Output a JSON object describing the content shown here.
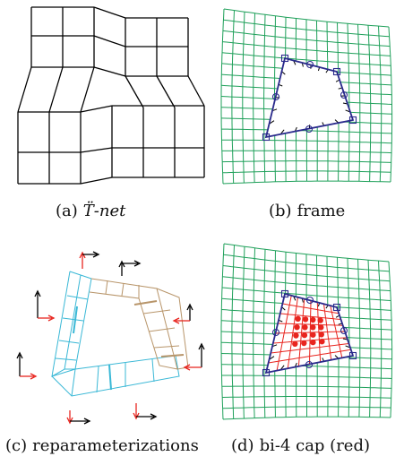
{
  "colors": {
    "black": "#000000",
    "green": "#1fa05a",
    "navy": "#2a2a8c",
    "cyan": "#3ab8d6",
    "tan": "#b8956a",
    "red": "#e8251f"
  },
  "panels": [
    {
      "id": "a",
      "label": "(a)",
      "text": "T̈-net"
    },
    {
      "id": "b",
      "label": "(b)",
      "text": "frame"
    },
    {
      "id": "c",
      "label": "(c)",
      "text": "reparameterizations"
    },
    {
      "id": "d",
      "label": "(d)",
      "text": "bi-4 cap (red)"
    }
  ],
  "captions": {
    "a_label": "(a)",
    "a_text": "T̈-net",
    "b_label": "(b)",
    "b_text": "frame",
    "c_label": "(c)",
    "c_text": "reparameterizations",
    "d_label": "(d)",
    "d_text": "bi-4 cap (red)"
  }
}
